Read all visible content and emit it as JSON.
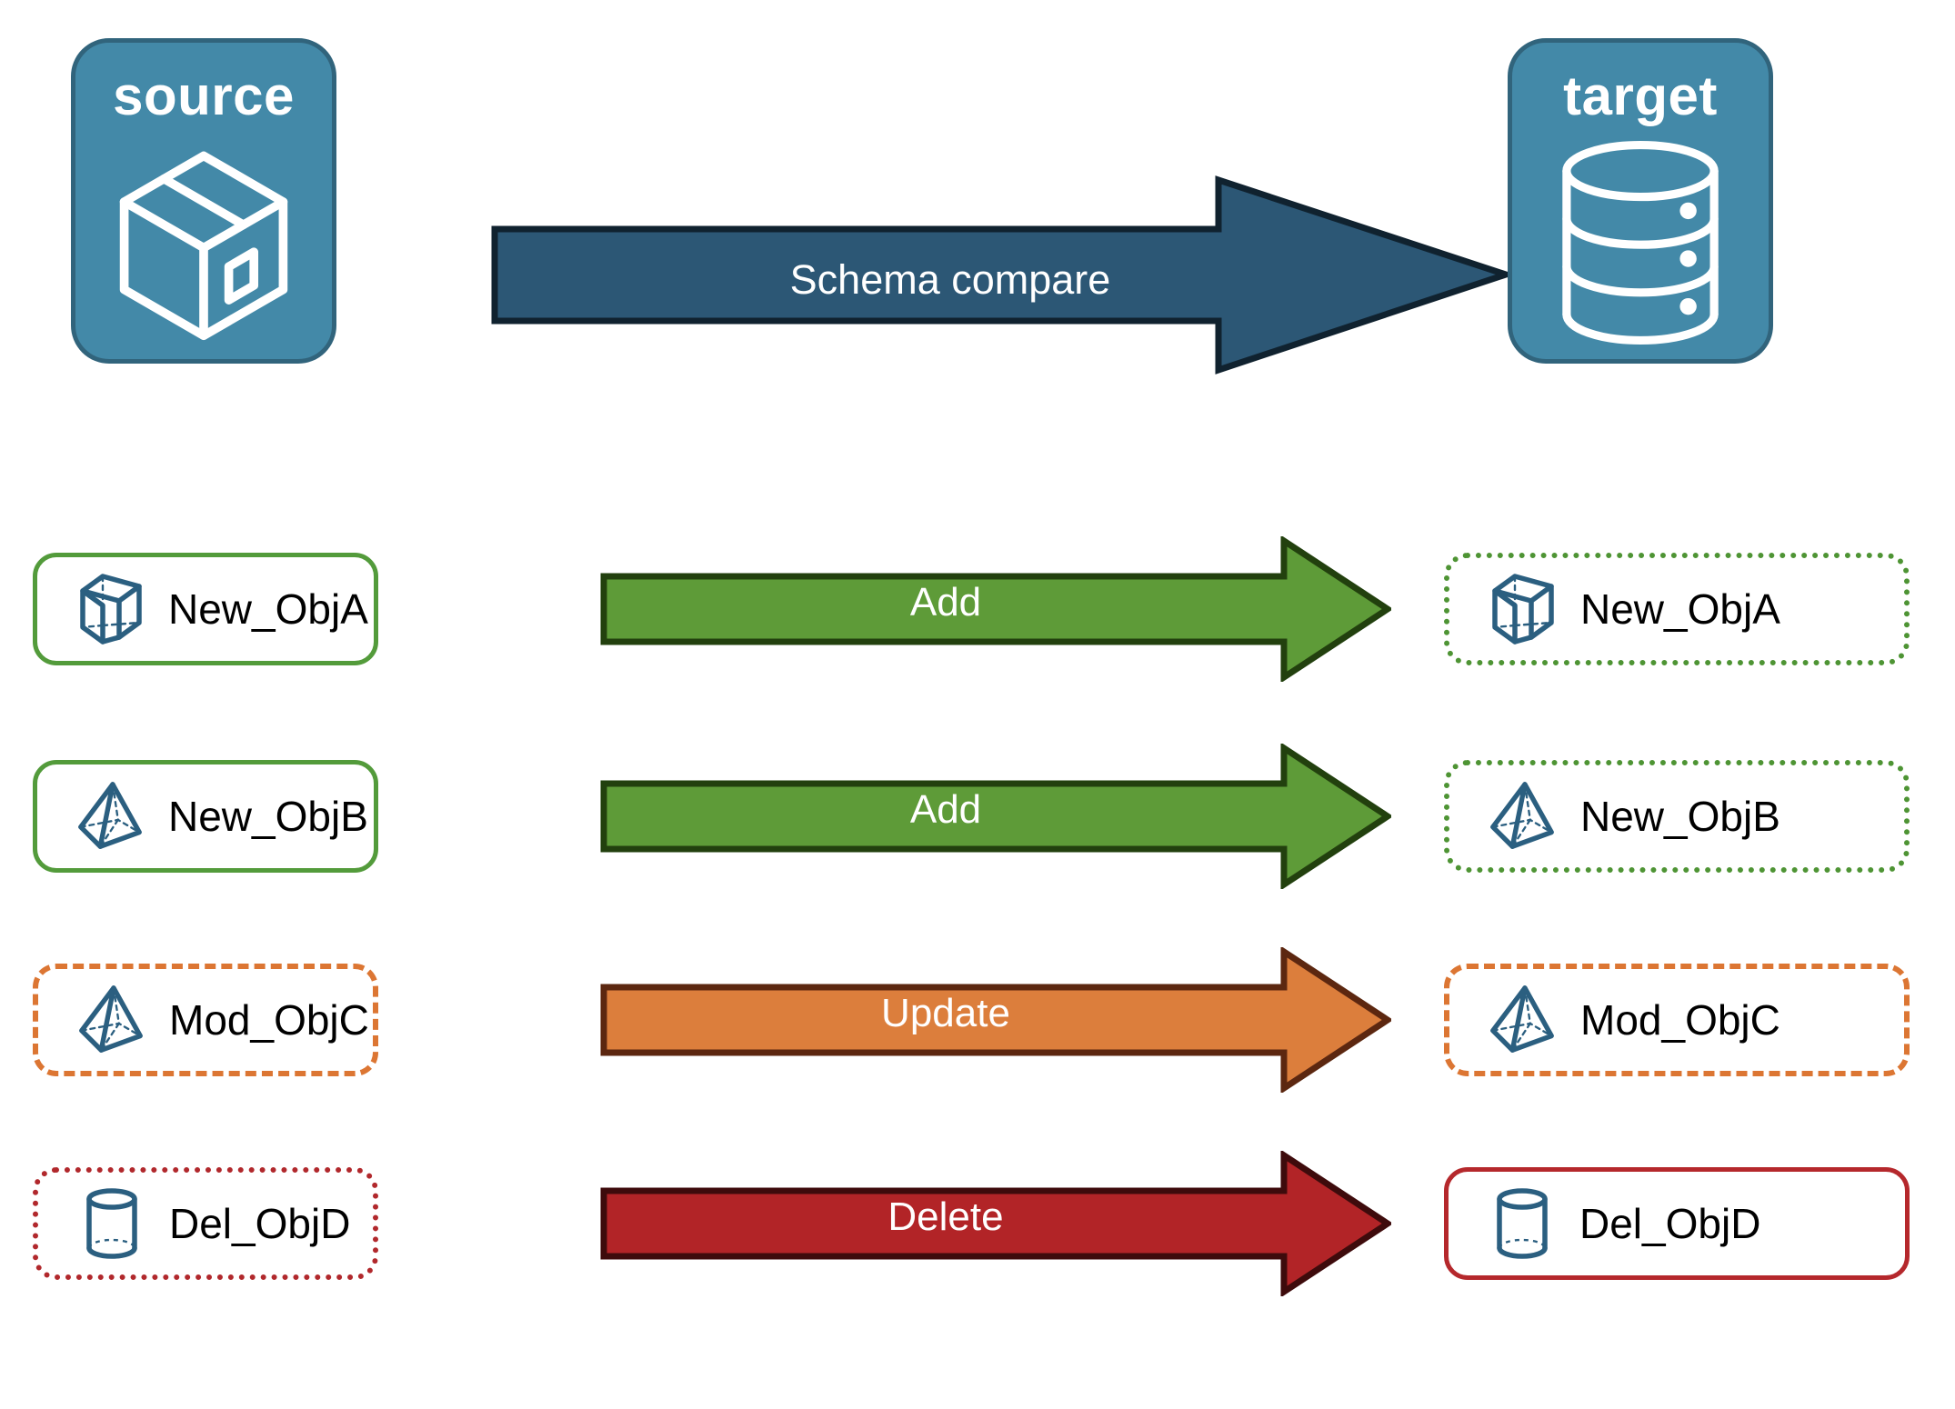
{
  "diagram": {
    "title": "Schema compare",
    "endpoints": {
      "source": {
        "label": "source",
        "icon": "package-cube-icon"
      },
      "target": {
        "label": "target",
        "icon": "database-cylinder-icon"
      }
    },
    "compare_arrow": {
      "label": "Schema compare",
      "color": "#2C5775",
      "border_color": "#10222F"
    },
    "rows": [
      {
        "source": {
          "label": "New_ObjA",
          "icon": "wireframe-cube-icon",
          "border_style": "solid",
          "border_color": "#539B3B"
        },
        "action": {
          "label": "Add",
          "color": "#5E9B38",
          "border_color": "#22400E"
        },
        "target": {
          "label": "New_ObjA",
          "icon": "wireframe-cube-icon",
          "border_style": "dotted",
          "border_color": "#4E9434"
        }
      },
      {
        "source": {
          "label": "New_ObjB",
          "icon": "wireframe-pyramid-icon",
          "border_style": "solid",
          "border_color": "#539B3B"
        },
        "action": {
          "label": "Add",
          "color": "#5E9B38",
          "border_color": "#22400E"
        },
        "target": {
          "label": "New_ObjB",
          "icon": "wireframe-pyramid-icon",
          "border_style": "dotted",
          "border_color": "#4E9434"
        }
      },
      {
        "source": {
          "label": "Mod_ObjC",
          "icon": "wireframe-pyramid-icon",
          "border_style": "dashed",
          "border_color": "#DC7633"
        },
        "action": {
          "label": "Update",
          "color": "#DC7E3C",
          "border_color": "#5C2710"
        },
        "target": {
          "label": "Mod_ObjC",
          "icon": "wireframe-pyramid-icon",
          "border_style": "dashed",
          "border_color": "#DC7633"
        }
      },
      {
        "source": {
          "label": "Del_ObjD",
          "icon": "wireframe-cylinder-icon",
          "border_style": "dotted",
          "border_color": "#B1282C"
        },
        "action": {
          "label": "Delete",
          "color": "#B22427",
          "border_color": "#3E0B0C"
        },
        "target": {
          "label": "Del_ObjD",
          "icon": "wireframe-cylinder-icon",
          "border_style": "solid",
          "border_color": "#B5282C"
        }
      }
    ],
    "colors": {
      "endpoint_fill": "#4389A8",
      "endpoint_border": "#31647C",
      "icon_stroke": "#2B5F80",
      "add": "#5E9B38",
      "update": "#DC7E3C",
      "delete": "#B22427",
      "compare": "#2C5775"
    }
  }
}
